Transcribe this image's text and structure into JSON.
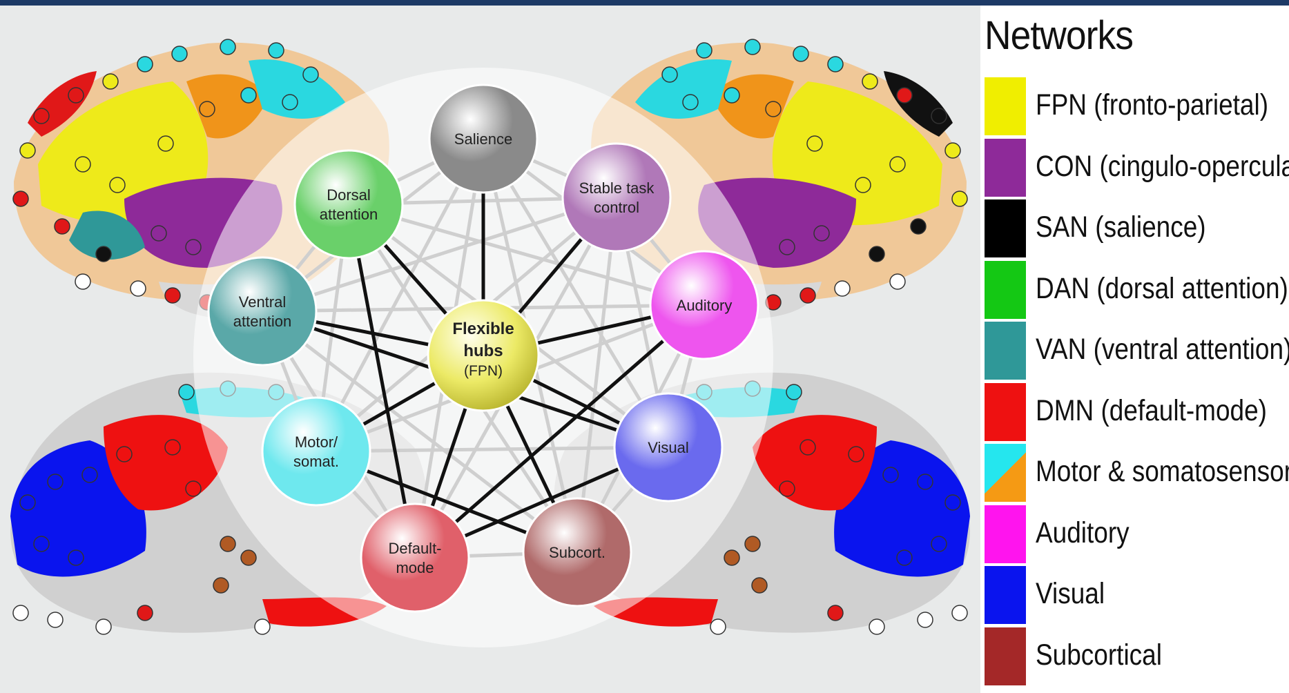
{
  "legend": {
    "title": "Networks",
    "items": [
      {
        "label": "FPN (fronto-parietal)",
        "color": "#f0ee00"
      },
      {
        "label": "CON (cingulo-opercular)",
        "color": "#8e2a99"
      },
      {
        "label": "SAN (salience)",
        "color": "#000000"
      },
      {
        "label": "DAN (dorsal attention)",
        "color": "#14c814"
      },
      {
        "label": "VAN (ventral attention)",
        "color": "#2f9898"
      },
      {
        "label": "DMN (default-mode)",
        "color": "#ee1111"
      },
      {
        "label": "Motor & somatosensory",
        "color": "#25e6ee",
        "color2": "#f59a14"
      },
      {
        "label": "Auditory",
        "color": "#ff14ee"
      },
      {
        "label": "Visual",
        "color": "#0a14ee"
      },
      {
        "label": "Subcortical",
        "color": "#a42828"
      }
    ]
  },
  "diagram": {
    "hub": {
      "line1": "Flexible",
      "line2": "hubs",
      "line3": "(FPN)"
    },
    "nodes": [
      {
        "id": "salience",
        "lines": [
          "Salience"
        ],
        "color": "#8a8a8a"
      },
      {
        "id": "stable-task-control",
        "lines": [
          "Stable task",
          "control"
        ],
        "color": "#b078b8"
      },
      {
        "id": "auditory",
        "lines": [
          "Auditory"
        ],
        "color": "#ee55ee"
      },
      {
        "id": "visual",
        "lines": [
          "Visual"
        ],
        "color": "#6a6aee"
      },
      {
        "id": "subcortical",
        "lines": [
          "Subcort."
        ],
        "color": "#b06a6a"
      },
      {
        "id": "default-mode",
        "lines": [
          "Default-",
          "mode"
        ],
        "color": "#e0606a"
      },
      {
        "id": "motor-somat",
        "lines": [
          "Motor/",
          "somat."
        ],
        "color": "#6ee8ee"
      },
      {
        "id": "ventral-attention",
        "lines": [
          "Ventral",
          "attention"
        ],
        "color": "#5aa8a8"
      },
      {
        "id": "dorsal-attention",
        "lines": [
          "Dorsal",
          "attention"
        ],
        "color": "#6ad06a"
      }
    ]
  }
}
